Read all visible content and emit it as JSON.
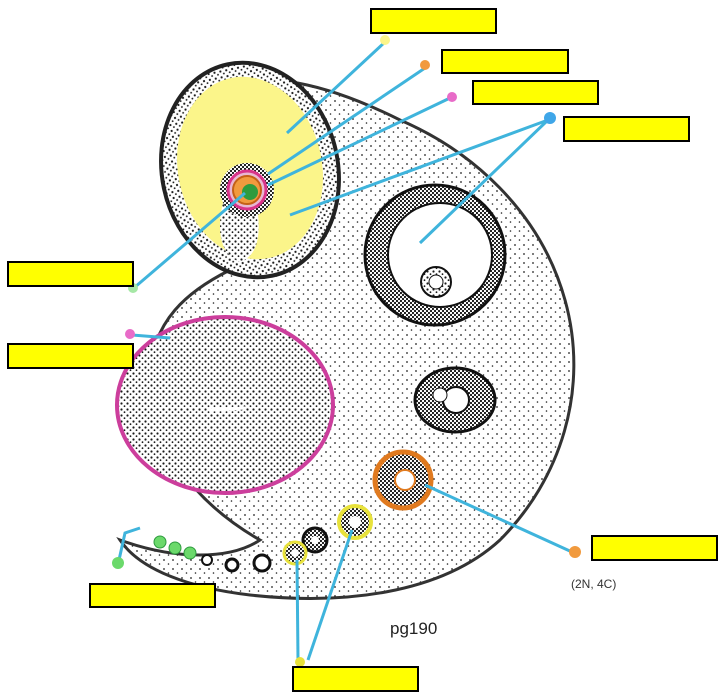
{
  "page_label": "pg190",
  "ploidy_note": "(2N, 4C)",
  "colors": {
    "label_fill": "#ffff00",
    "leader_line": "#3fb4dc",
    "antrum_fluid": "#fbf58a",
    "zona_pellucida": "#d9338a",
    "corpus_outline": "#cc3e9c",
    "oocyte_nucleus": "#2e9b3e",
    "primary_follicle": "#e07a1f",
    "primordial_follicle": "#e8e23b",
    "germinal_epithelium": "#6bd96b"
  },
  "labels": [
    {
      "id": "label-1"
    },
    {
      "id": "label-2"
    },
    {
      "id": "label-3"
    },
    {
      "id": "label-4"
    },
    {
      "id": "label-5"
    },
    {
      "id": "label-6"
    },
    {
      "id": "label-7"
    },
    {
      "id": "label-8"
    },
    {
      "id": "label-9"
    }
  ]
}
